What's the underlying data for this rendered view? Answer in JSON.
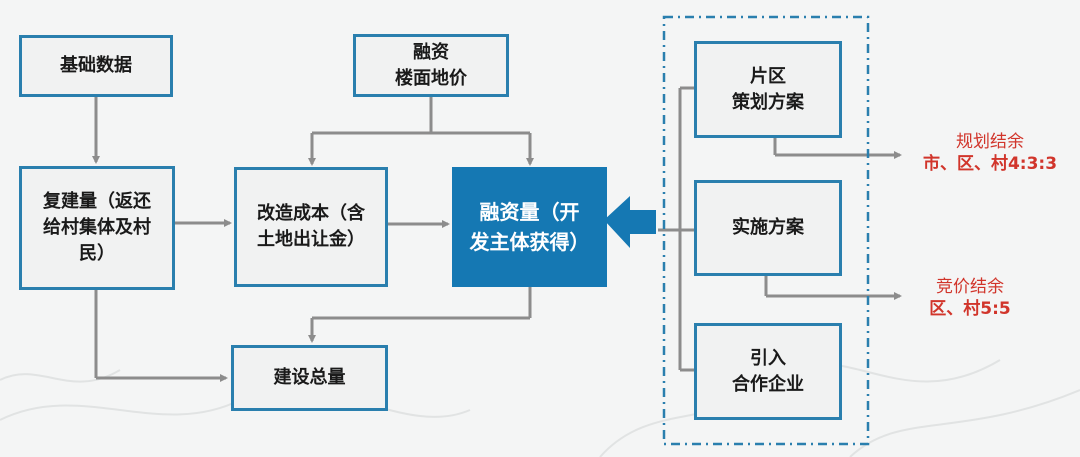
{
  "boxes": {
    "basic_data": "基础数据",
    "financing_land": "融资\n楼面地价",
    "rebuild": "复建量（返还\n给村集体及村\n民）",
    "renovation_cost": "改造成本（含\n土地出让金）",
    "financing_amount": "融资量（开\n发主体获得）",
    "total_construction": "建设总量",
    "district_plan": "片区\n策划方案",
    "implementation_plan": "实施方案",
    "introduce_partner": "引入\n合作企业"
  },
  "notes": {
    "plan_surplus": {
      "title": "规划结余",
      "ratio": "市、区、村4:3:3"
    },
    "bid_surplus": {
      "title": "竞价结余",
      "ratio": "区、村5:5"
    }
  },
  "colors": {
    "accent": "#1578b3",
    "border": "#2a7fae",
    "arrow": "#8c8c8c",
    "note": "#d1352b"
  }
}
